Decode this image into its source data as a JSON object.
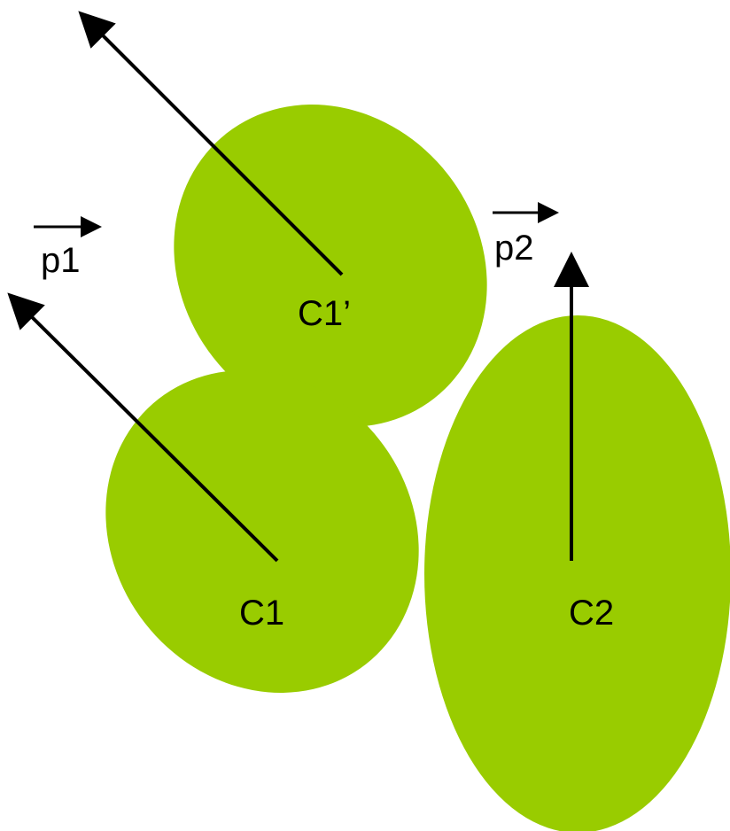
{
  "colors": {
    "ellipse_fill": "#99cc00",
    "stroke": "#000000",
    "background": "#ffffff"
  },
  "labels": {
    "c1": "C1",
    "c1_prime": "C1’",
    "c2": "C2",
    "p1": "p1",
    "p2": "p2"
  }
}
